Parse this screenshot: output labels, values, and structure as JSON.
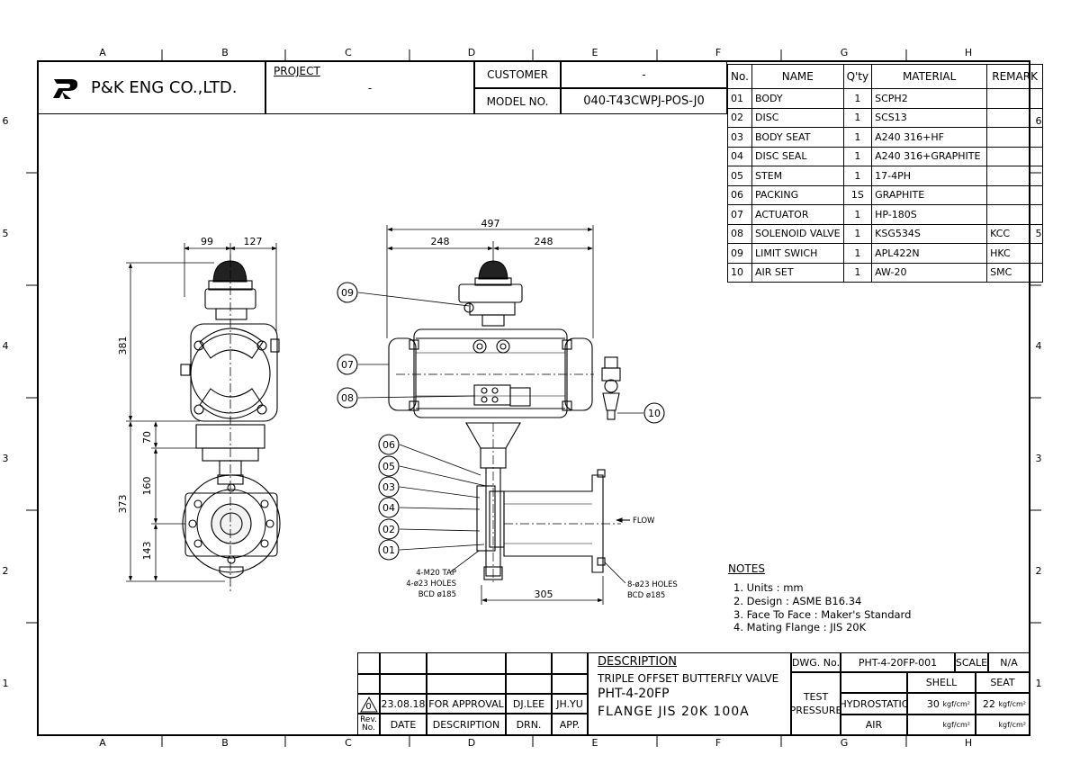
{
  "zones": {
    "cols": [
      "A",
      "B",
      "C",
      "D",
      "E",
      "F",
      "G",
      "H"
    ],
    "rows": [
      "6",
      "5",
      "4",
      "3",
      "2",
      "1"
    ]
  },
  "title_block": {
    "company": "P&K ENG CO.,LTD.",
    "project_label": "PROJECT",
    "project_value": "-",
    "customer_label": "CUSTOMER",
    "customer_value": "-",
    "model_label": "MODEL NO.",
    "model_value": "040-T43CWPJ-POS-J0"
  },
  "bom": {
    "headers": [
      "No.",
      "NAME",
      "Q'ty",
      "MATERIAL",
      "REMARK"
    ],
    "rows": [
      [
        "01",
        "BODY",
        "1",
        "SCPH2",
        ""
      ],
      [
        "02",
        "DISC",
        "1",
        "SCS13",
        ""
      ],
      [
        "03",
        "BODY SEAT",
        "1",
        "A240 316+HF",
        ""
      ],
      [
        "04",
        "DISC SEAL",
        "1",
        "A240 316+GRAPHITE",
        ""
      ],
      [
        "05",
        "STEM",
        "1",
        "17-4PH",
        ""
      ],
      [
        "06",
        "PACKING",
        "1S",
        "GRAPHITE",
        ""
      ],
      [
        "07",
        "ACTUATOR",
        "1",
        "HP-180S",
        ""
      ],
      [
        "08",
        "SOLENOID VALVE",
        "1",
        "KSG534S",
        "KCC"
      ],
      [
        "09",
        "LIMIT SWICH",
        "1",
        "APL422N",
        "HKC"
      ],
      [
        "10",
        "AIR SET",
        "1",
        "AW-20",
        "SMC"
      ]
    ]
  },
  "notes": {
    "title": "NOTES",
    "items": [
      "1. Units : mm",
      "2. Design : ASME B16.34",
      "3. Face To Face :  Maker's Standard",
      "4. Mating Flange : JIS 20K"
    ]
  },
  "dimensions": {
    "d99": "99",
    "d127": "127",
    "d381": "381",
    "d70": "70",
    "d160": "160",
    "d373": "373",
    "d143": "143",
    "d497": "497",
    "d248a": "248",
    "d248b": "248",
    "d305": "305"
  },
  "callouts": [
    "09",
    "07",
    "08",
    "06",
    "05",
    "03",
    "04",
    "02",
    "01",
    "10"
  ],
  "annotations": {
    "tap": [
      "4-M20 TAP",
      "4-ø23 HOLES",
      "BCD ø185"
    ],
    "holes": [
      "8-ø23 HOLES",
      "BCD ø185"
    ],
    "flow": "FLOW"
  },
  "revision": {
    "rev": "0",
    "date": "23.08.18",
    "desc": "FOR APPROVAL",
    "drn": "DJ.LEE",
    "app": "JH.YU",
    "h_rev": "Rev. No.",
    "h_date": "DATE",
    "h_desc": "DESCRIPTION",
    "h_drn": "DRN.",
    "h_app": "APP."
  },
  "description": {
    "label": "DESCRIPTION",
    "line1": "TRIPLE OFFSET BUTTERFLY VALVE",
    "line2": "PHT-4-20FP",
    "line3": "FLANGE JIS 20K 100A"
  },
  "drawing": {
    "dwg_label": "DWG. No.",
    "dwg_value": "PHT-4-20FP-001",
    "scale_label": "SCALE",
    "scale_value": "N/A",
    "test_label": "TEST PRESSURE",
    "shell": "SHELL",
    "seat": "SEAT",
    "hydro": "HYDROSTATIC",
    "hydro_shell": "30",
    "hydro_seat": "22",
    "unit": "kgf/cm²",
    "air": "AIR"
  }
}
